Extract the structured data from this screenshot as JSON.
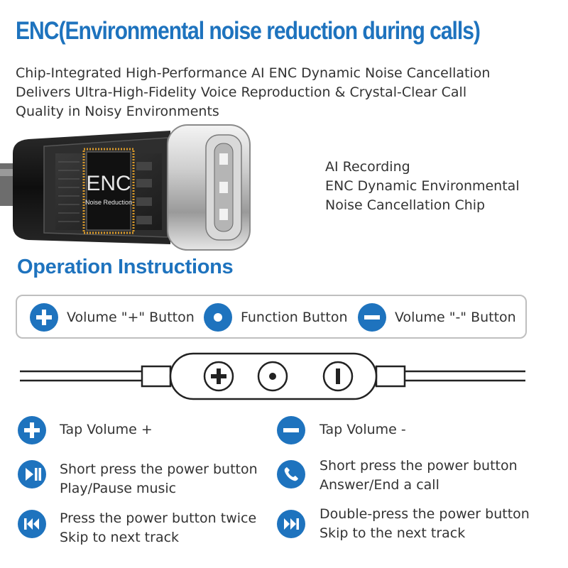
{
  "title": "ENC(Environmental noise reduction during calls)",
  "intro": {
    "line1": "Chip-Integrated High-Performance AI ENC Dynamic Noise Cancellation",
    "line2": "Delivers Ultra-High-Fidelity Voice Reproduction & Crystal-Clear Call",
    "line3": "Quality in Noisy Environments"
  },
  "chip": {
    "label": "ENC",
    "sublabel": "Noise Reduction"
  },
  "chip_description": {
    "line1": "AI Recording",
    "line2": "ENC Dynamic Environmental",
    "line3": "Noise  Cancellation Chip"
  },
  "operation_title": "Operation Instructions",
  "legend": {
    "volume_plus": "Volume \"+\" Button",
    "function": "Function Button",
    "volume_minus": "Volume \"-\" Button"
  },
  "instructions": {
    "left": [
      {
        "icon": "plus-icon",
        "line1": "Tap Volume +",
        "line2": ""
      },
      {
        "icon": "play-pause-icon",
        "line1": "Short press the power button",
        "line2": "Play/Pause music"
      },
      {
        "icon": "rewind-icon",
        "line1": "Press the power button twice",
        "line2": "Skip to next track"
      }
    ],
    "right": [
      {
        "icon": "minus-icon",
        "line1": "Tap Volume -",
        "line2": ""
      },
      {
        "icon": "phone-icon",
        "line1": "Short press the power button",
        "line2": "Answer/End a call"
      },
      {
        "icon": "fast-forward-icon",
        "line1": "Double-press the power button",
        "line2": "Skip to the next track"
      }
    ]
  },
  "colors": {
    "accent": "#1e73be",
    "text": "#333333",
    "chip_gold": "#d99a2b"
  }
}
